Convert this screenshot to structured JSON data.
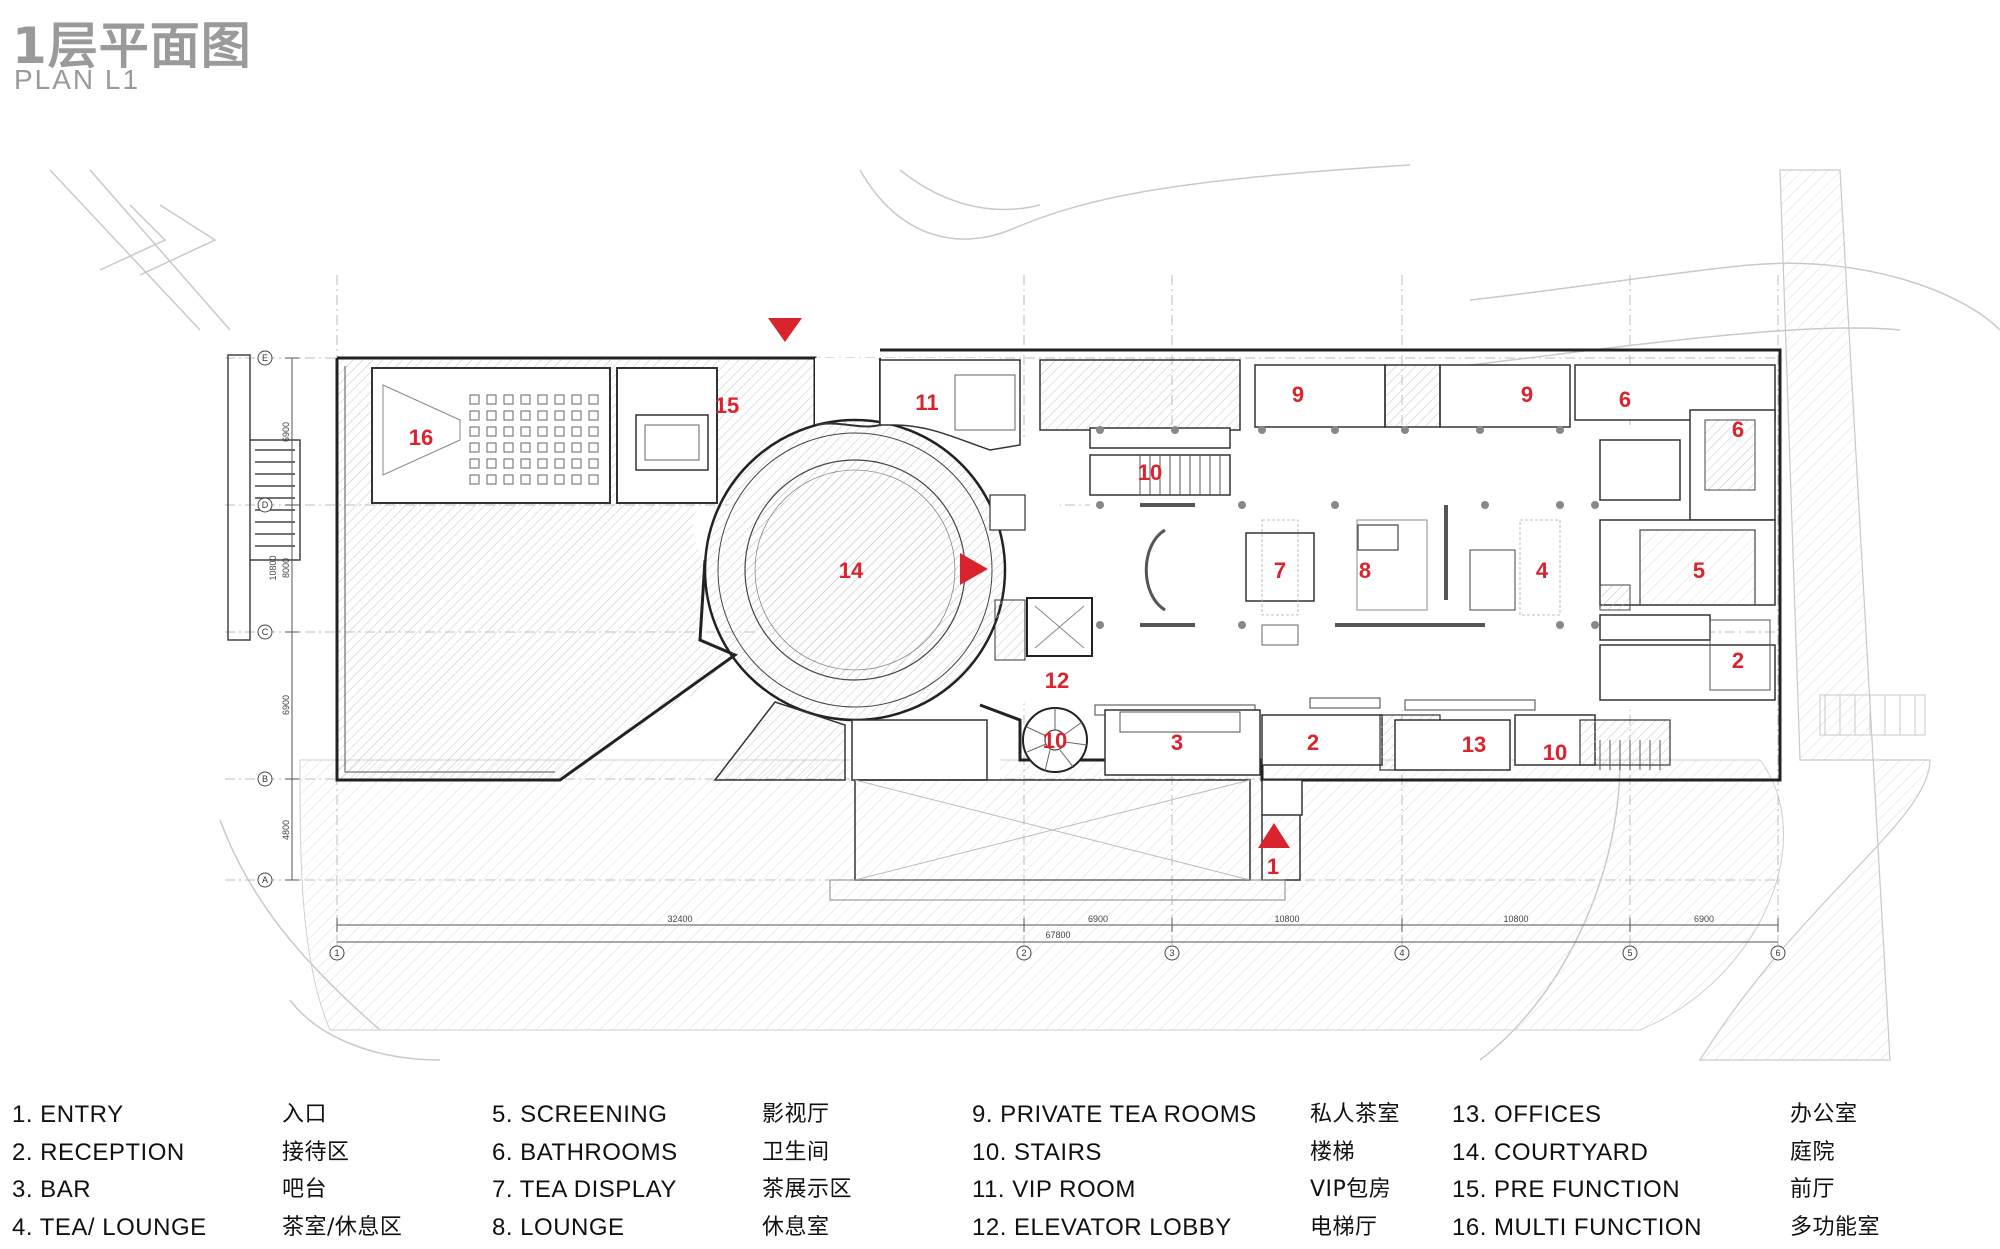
{
  "header": {
    "title_cn": "1层平面图",
    "title_en": "PLAN L1"
  },
  "colors": {
    "marker": "#d9232d",
    "label": "#d9232d",
    "line": "#3a3a3a",
    "hatch": "#bdbdbd",
    "faint": "#d8d8d8"
  },
  "room_labels": [
    "16",
    "15",
    "11",
    "9",
    "9",
    "6",
    "6",
    "10",
    "14",
    "7",
    "8",
    "4",
    "5",
    "2",
    "12",
    "10",
    "3",
    "2",
    "13",
    "10",
    "1"
  ],
  "grid": {
    "rows": [
      "E",
      "D",
      "C",
      "B",
      "A"
    ],
    "cols": [
      "1",
      "2",
      "3",
      "4",
      "5",
      "6"
    ],
    "dims_bottom": [
      "32400",
      "6900",
      "10800",
      "10800",
      "6900"
    ],
    "dim_total": "67800",
    "dims_left": [
      "6900",
      "10800",
      "8000",
      "6900",
      "4800"
    ]
  },
  "legend": [
    {
      "en": "1. ENTRY",
      "cn": "入口"
    },
    {
      "en": "2. RECEPTION",
      "cn": "接待区"
    },
    {
      "en": "3. BAR",
      "cn": "吧台"
    },
    {
      "en": "4. TEA/ LOUNGE",
      "cn": "茶室/休息区"
    },
    {
      "en": "5. SCREENING",
      "cn": "影视厅"
    },
    {
      "en": "6. BATHROOMS",
      "cn": "卫生间"
    },
    {
      "en": "7. TEA DISPLAY",
      "cn": "茶展示区"
    },
    {
      "en": "8. LOUNGE",
      "cn": "休息室"
    },
    {
      "en": "9. PRIVATE TEA ROOMS",
      "cn": "私人茶室"
    },
    {
      "en": "10. STAIRS",
      "cn": "楼梯"
    },
    {
      "en": "11. VIP ROOM",
      "cn": "VIP包房"
    },
    {
      "en": "12. ELEVATOR LOBBY",
      "cn": "电梯厅"
    },
    {
      "en": "13. OFFICES",
      "cn": "办公室"
    },
    {
      "en": "14. COURTYARD",
      "cn": "庭院"
    },
    {
      "en": "15. PRE FUNCTION",
      "cn": "前厅"
    },
    {
      "en": "16. MULTI FUNCTION",
      "cn": "多功能室"
    }
  ]
}
